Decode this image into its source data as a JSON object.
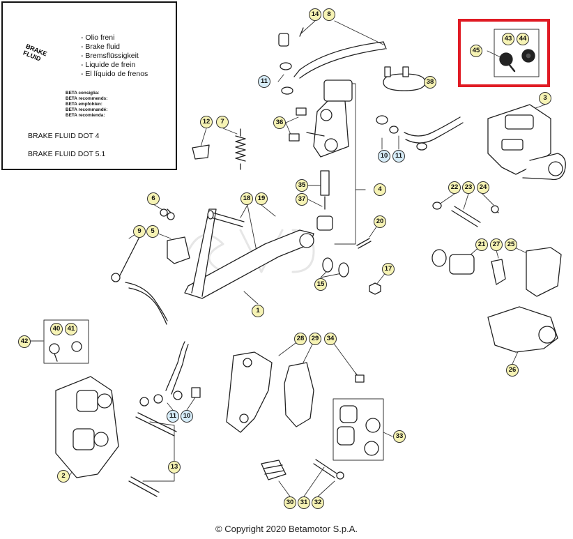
{
  "info_box": {
    "can_label": "BRAKE FLUID",
    "fluid_names": [
      "- Olio freni",
      "- Brake fluid",
      "- Bremsflüssigkeit",
      "- Liquide de frein",
      "- El líquido de frenos"
    ],
    "beta_notes": [
      "BETA consiglia:",
      "BETA recommends:",
      "BETA empfohlen:",
      "BETA recommandé:",
      "BETA recomienda:"
    ],
    "dot4": "BRAKE FLUID DOT 4",
    "dot51": "BRAKE FLUID DOT 5.1"
  },
  "copyright": "© Copyright 2020 Betamotor S.p.A.",
  "callouts": [
    {
      "id": "c14",
      "label": "14",
      "color": "yellow"
    },
    {
      "id": "c8",
      "label": "8",
      "color": "yellow"
    },
    {
      "id": "c11a",
      "label": "11",
      "color": "blue"
    },
    {
      "id": "c38",
      "label": "38",
      "color": "yellow"
    },
    {
      "id": "c45",
      "label": "45",
      "color": "yellow"
    },
    {
      "id": "c43",
      "label": "43",
      "color": "yellow"
    },
    {
      "id": "c44",
      "label": "44",
      "color": "yellow"
    },
    {
      "id": "c3",
      "label": "3",
      "color": "yellow"
    },
    {
      "id": "c36",
      "label": "36",
      "color": "yellow"
    },
    {
      "id": "c12",
      "label": "12",
      "color": "yellow"
    },
    {
      "id": "c7",
      "label": "7",
      "color": "yellow"
    },
    {
      "id": "c10a",
      "label": "10",
      "color": "blue"
    },
    {
      "id": "c11b",
      "label": "11",
      "color": "blue"
    },
    {
      "id": "c35",
      "label": "35",
      "color": "yellow"
    },
    {
      "id": "c4",
      "label": "4",
      "color": "yellow"
    },
    {
      "id": "c37",
      "label": "37",
      "color": "yellow"
    },
    {
      "id": "c22",
      "label": "22",
      "color": "yellow"
    },
    {
      "id": "c23",
      "label": "23",
      "color": "yellow"
    },
    {
      "id": "c24",
      "label": "24",
      "color": "yellow"
    },
    {
      "id": "c6",
      "label": "6",
      "color": "yellow"
    },
    {
      "id": "c18",
      "label": "18",
      "color": "yellow"
    },
    {
      "id": "c19",
      "label": "19",
      "color": "yellow"
    },
    {
      "id": "c9",
      "label": "9",
      "color": "yellow"
    },
    {
      "id": "c5",
      "label": "5",
      "color": "yellow"
    },
    {
      "id": "c20",
      "label": "20",
      "color": "yellow"
    },
    {
      "id": "c21",
      "label": "21",
      "color": "yellow"
    },
    {
      "id": "c27",
      "label": "27",
      "color": "yellow"
    },
    {
      "id": "c25",
      "label": "25",
      "color": "yellow"
    },
    {
      "id": "c17",
      "label": "17",
      "color": "yellow"
    },
    {
      "id": "c15",
      "label": "15",
      "color": "yellow"
    },
    {
      "id": "c1",
      "label": "1",
      "color": "yellow"
    },
    {
      "id": "c42",
      "label": "42",
      "color": "yellow"
    },
    {
      "id": "c40",
      "label": "40",
      "color": "yellow"
    },
    {
      "id": "c41",
      "label": "41",
      "color": "yellow"
    },
    {
      "id": "c28",
      "label": "28",
      "color": "yellow"
    },
    {
      "id": "c29",
      "label": "29",
      "color": "yellow"
    },
    {
      "id": "c34",
      "label": "34",
      "color": "yellow"
    },
    {
      "id": "c26",
      "label": "26",
      "color": "yellow"
    },
    {
      "id": "c11c",
      "label": "11",
      "color": "blue"
    },
    {
      "id": "c10b",
      "label": "10",
      "color": "blue"
    },
    {
      "id": "c33",
      "label": "33",
      "color": "yellow"
    },
    {
      "id": "c13",
      "label": "13",
      "color": "yellow"
    },
    {
      "id": "c2",
      "label": "2",
      "color": "yellow"
    },
    {
      "id": "c30",
      "label": "30",
      "color": "yellow"
    },
    {
      "id": "c31",
      "label": "31",
      "color": "yellow"
    },
    {
      "id": "c32",
      "label": "32",
      "color": "yellow"
    }
  ],
  "colors": {
    "callout_yellow": "#f6f3b4",
    "callout_blue": "#d6ecf8",
    "highlight": "#e01b24",
    "line": "#222222"
  }
}
